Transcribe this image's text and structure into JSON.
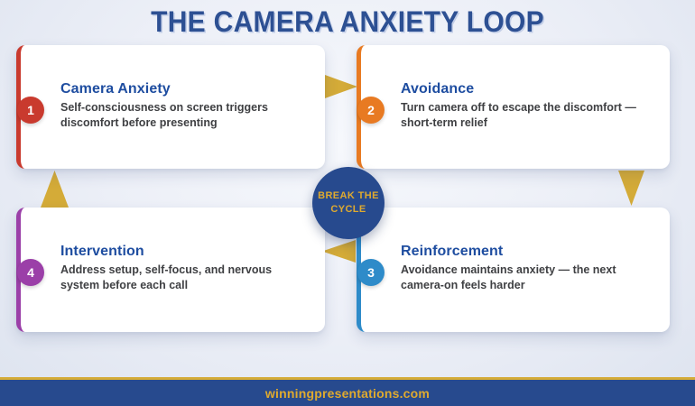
{
  "title": "THE CAMERA ANXIETY LOOP",
  "cards": [
    {
      "number": "1",
      "heading": "Camera Anxiety",
      "body": "Self-consciousness on screen triggers discomfort before presenting",
      "color": "#c93a2e"
    },
    {
      "number": "2",
      "heading": "Avoidance",
      "body": "Turn camera off to escape the discomfort — short-term relief",
      "color": "#e87a22"
    },
    {
      "number": "3",
      "heading": "Reinforcement",
      "body": "Avoidance maintains anxiety — the next camera-on feels harder",
      "color": "#2e8bc9"
    },
    {
      "number": "4",
      "heading": "Intervention",
      "body": "Address setup, self-focus, and nervous system before each call",
      "color": "#9b3fa8"
    }
  ],
  "center": {
    "label": "BREAK THE\nCYCLE"
  },
  "footer": {
    "url": "winningpresentations.com"
  },
  "colors": {
    "title": "#2d5093",
    "heading": "#1e4da0",
    "body": "#3f4043",
    "gold": "#d4ab38",
    "gold_text": "#dfaa2f",
    "navy": "#274a8e",
    "card_bg": "#ffffff",
    "background": "#e9edf6"
  }
}
